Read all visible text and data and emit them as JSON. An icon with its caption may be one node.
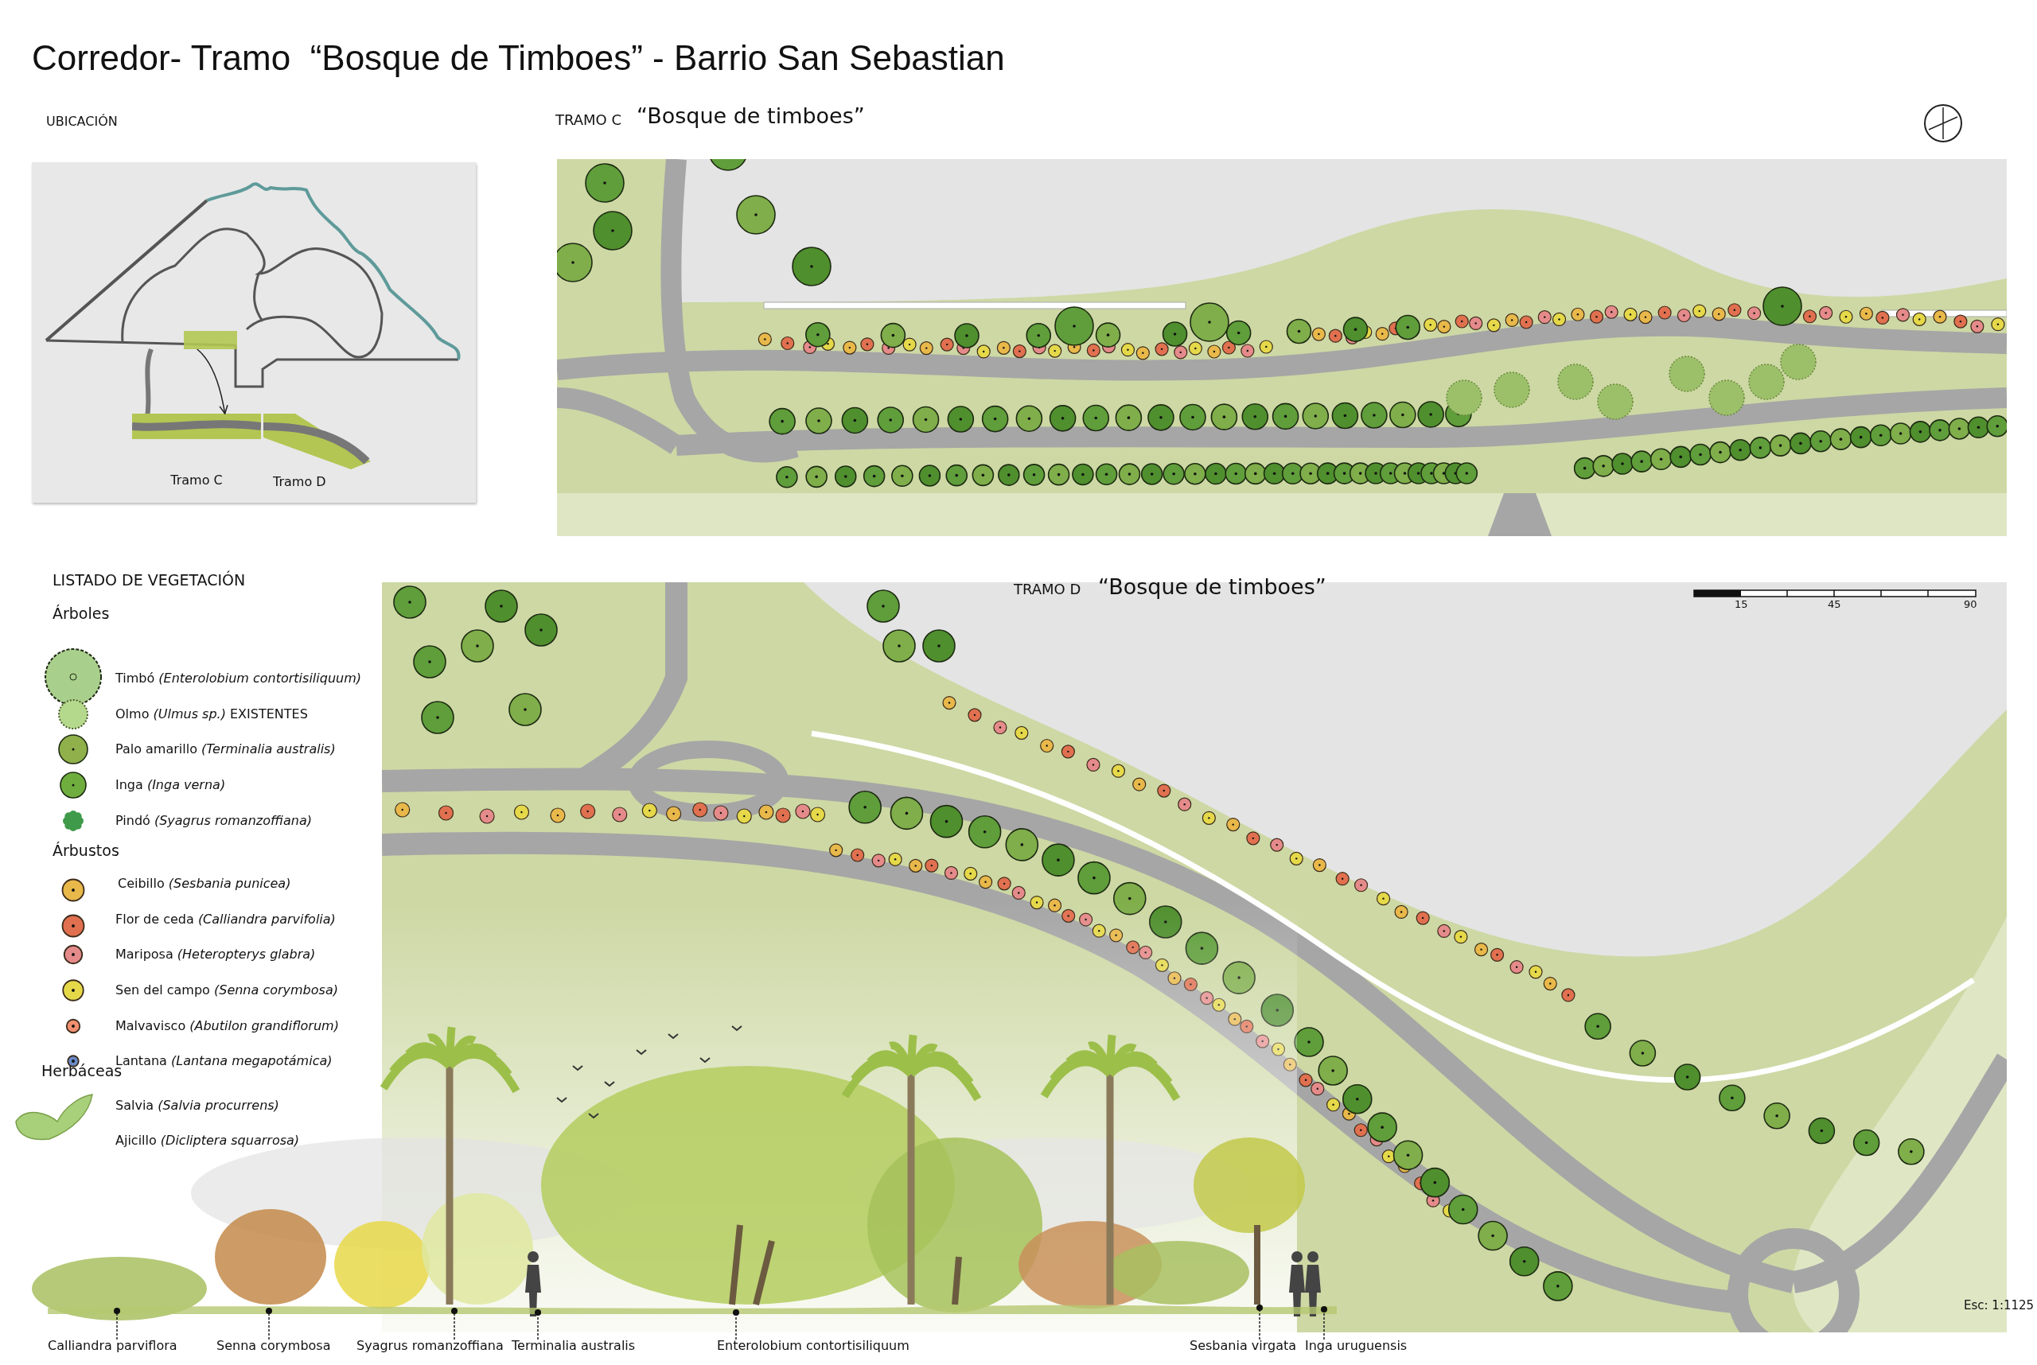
{
  "diagram": {
    "title": "Corredor- Tramo  “Bosque de Timboes” - Barrio San Sebastian",
    "nodes": [
      {
        "text": [],
        "shape": "box"
      },
      {
        "text": [
          "Tramo C"
        ]
      },
      {
        "text": [
          "Tramo D"
        ]
      },
      {
        "text": [
          "Calliandra parviflora"
        ]
      },
      {
        "text": [
          "Senna corymbosa"
        ]
      },
      {
        "text": [
          "Syagrus romanzoffiana"
        ]
      },
      {
        "text": [
          "Terminalia australis"
        ]
      },
      {
        "text": [
          "Enterolobium contortisiliquum"
        ]
      },
      {
        "text": [
          "Sesbania virgata"
        ]
      },
      {
        "text": [
          "Inga uruguensis"
        ]
      }
    ],
    "edges": [
      {
        "from": 0,
        "to": 1,
        "arrow": "to"
      },
      {
        "from": 3,
        "to": null,
        "arrow": "other",
        "style": "dashed"
      },
      {
        "from": 4,
        "to": null,
        "arrow": "other",
        "style": "dashed"
      },
      {
        "from": 5,
        "to": null,
        "arrow": "other",
        "style": "dashed"
      },
      {
        "from": 6,
        "to": null,
        "arrow": "other",
        "style": "dashed"
      },
      {
        "from": 7,
        "to": null,
        "arrow": "other",
        "style": "dashed"
      },
      {
        "from": 8,
        "to": null,
        "arrow": "other",
        "style": "dashed"
      },
      {
        "from": 9,
        "to": null,
        "arrow": "other",
        "style": "dashed"
      }
    ],
    "labels": [
      "UBICACIÓN",
      "TRAMO C",
      "“Bosque de timboes”",
      "TRAMO D",
      "“Bosque de timboes”",
      "LISTADO DE VEGETACIÓN",
      "Árboles",
      "Árbustos",
      "Herbáceas",
      "15",
      "45",
      "90",
      "Esc: 1:1125"
    ],
    "legend": [
      {
        "text": "Timbó *(Enterolobium contortisiliquum)*"
      },
      {
        "text": "Olmo *(Ulmus sp.)* EXISTENTES"
      },
      {
        "text": "Palo amarillo *(Terminalia australis)*"
      },
      {
        "text": "Inga *(Inga verna)*"
      },
      {
        "text": "Pindó *(Syagrus romanzoffiana)*"
      },
      {
        "text": "Ceibillo *(Sesbania punicea)*"
      },
      {
        "text": "Flor de ceda *(Calliandra parvifolia)*"
      },
      {
        "text": "Mariposa *(Heteropterys glabra)*"
      },
      {
        "text": "Sen del campo *(Senna corymbosa)*"
      },
      {
        "text": "Malvavisco *(Abutilon grandiflorum)*"
      },
      {
        "text": "Lantana *(Lantana megapotámica)*"
      },
      {
        "text": "Salvia *(Salvia procurrens)*"
      },
      {
        "text": "Ajicillo *(Dicliptera squarrosa)*"
      }
    ]
  }
}
